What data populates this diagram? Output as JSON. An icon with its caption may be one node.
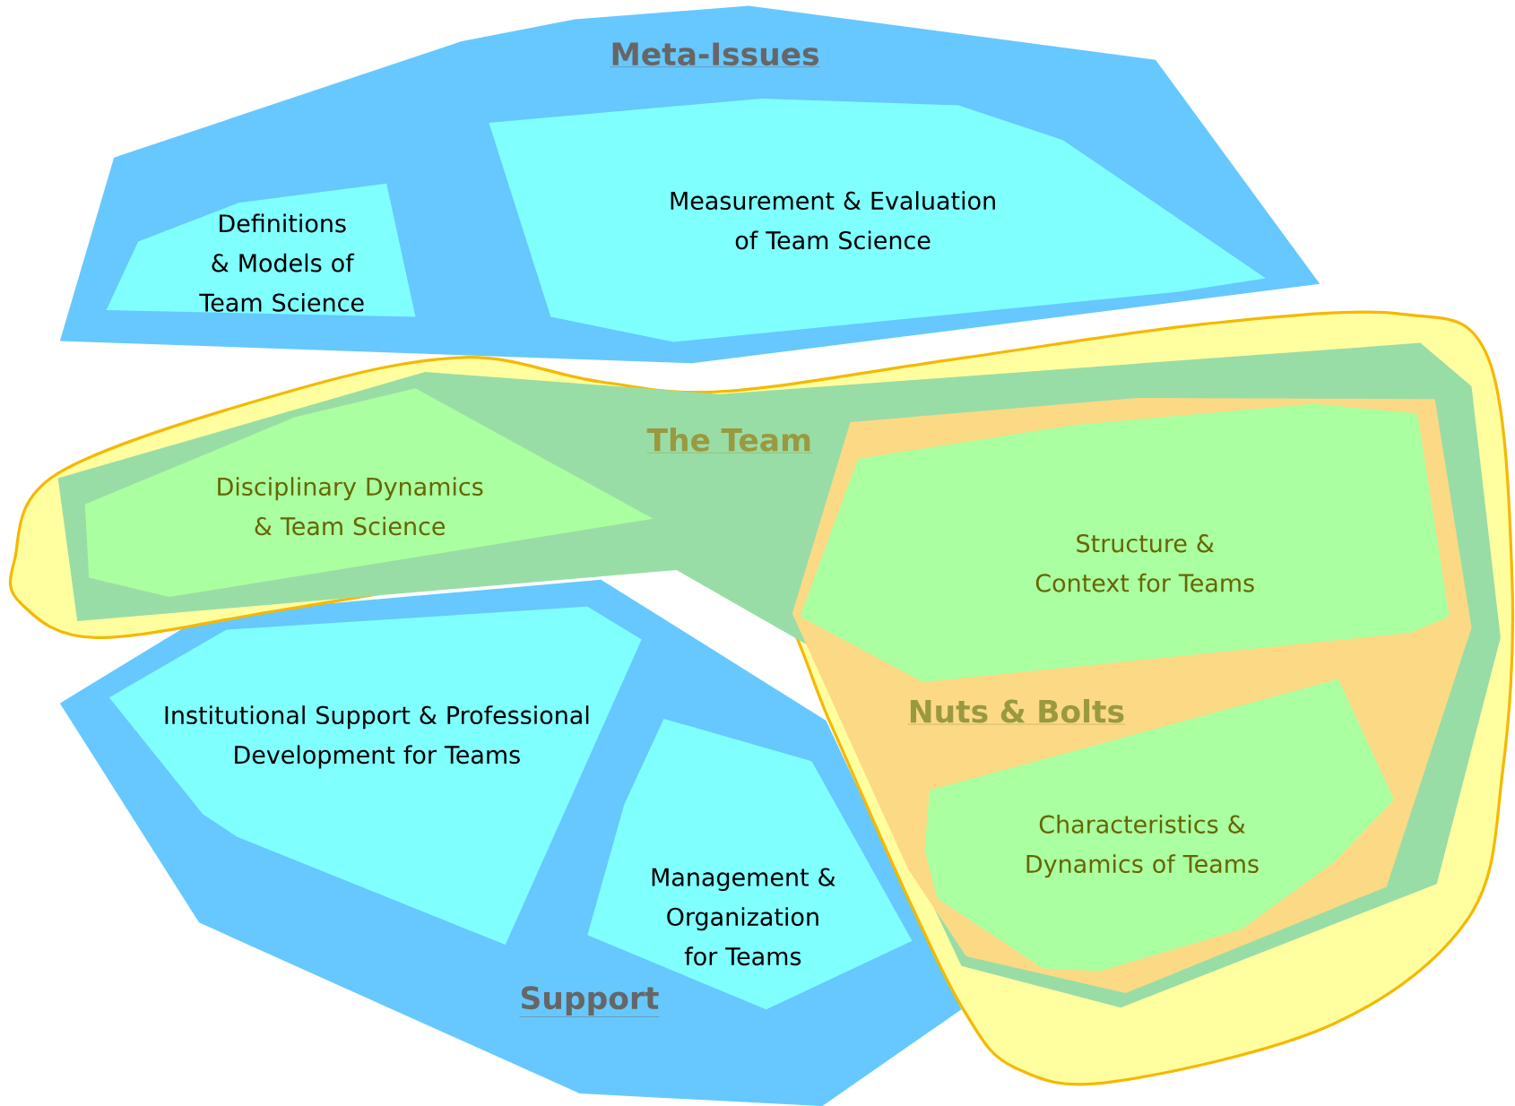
{
  "diagram": {
    "nodes": [
      {
        "text": [
          "Meta-Issues"
        ]
      },
      {
        "text": [
          "Definitions & Models of Team Science"
        ],
        "in": 0
      },
      {
        "text": [
          "Measurement & Evaluation of Team Science"
        ],
        "in": 0
      },
      {
        "text": [
          "The Team"
        ]
      },
      {
        "text": [
          "Disciplinary Dynamics & Team Science"
        ],
        "in": 3
      },
      {
        "text": [
          "Nuts & Bolts"
        ],
        "in": 3
      },
      {
        "text": [
          "Structure & Context for Teams"
        ],
        "in": 5
      },
      {
        "text": [
          "Characteristics & Dynamics of Teams"
        ],
        "in": 5
      },
      {
        "text": [
          "Support"
        ]
      },
      {
        "text": [
          "Institutional Support & Professional Development for Teams"
        ],
        "in": 8
      },
      {
        "text": [
          "Management & Organization for Teams"
        ],
        "in": 8
      }
    ]
  }
}
